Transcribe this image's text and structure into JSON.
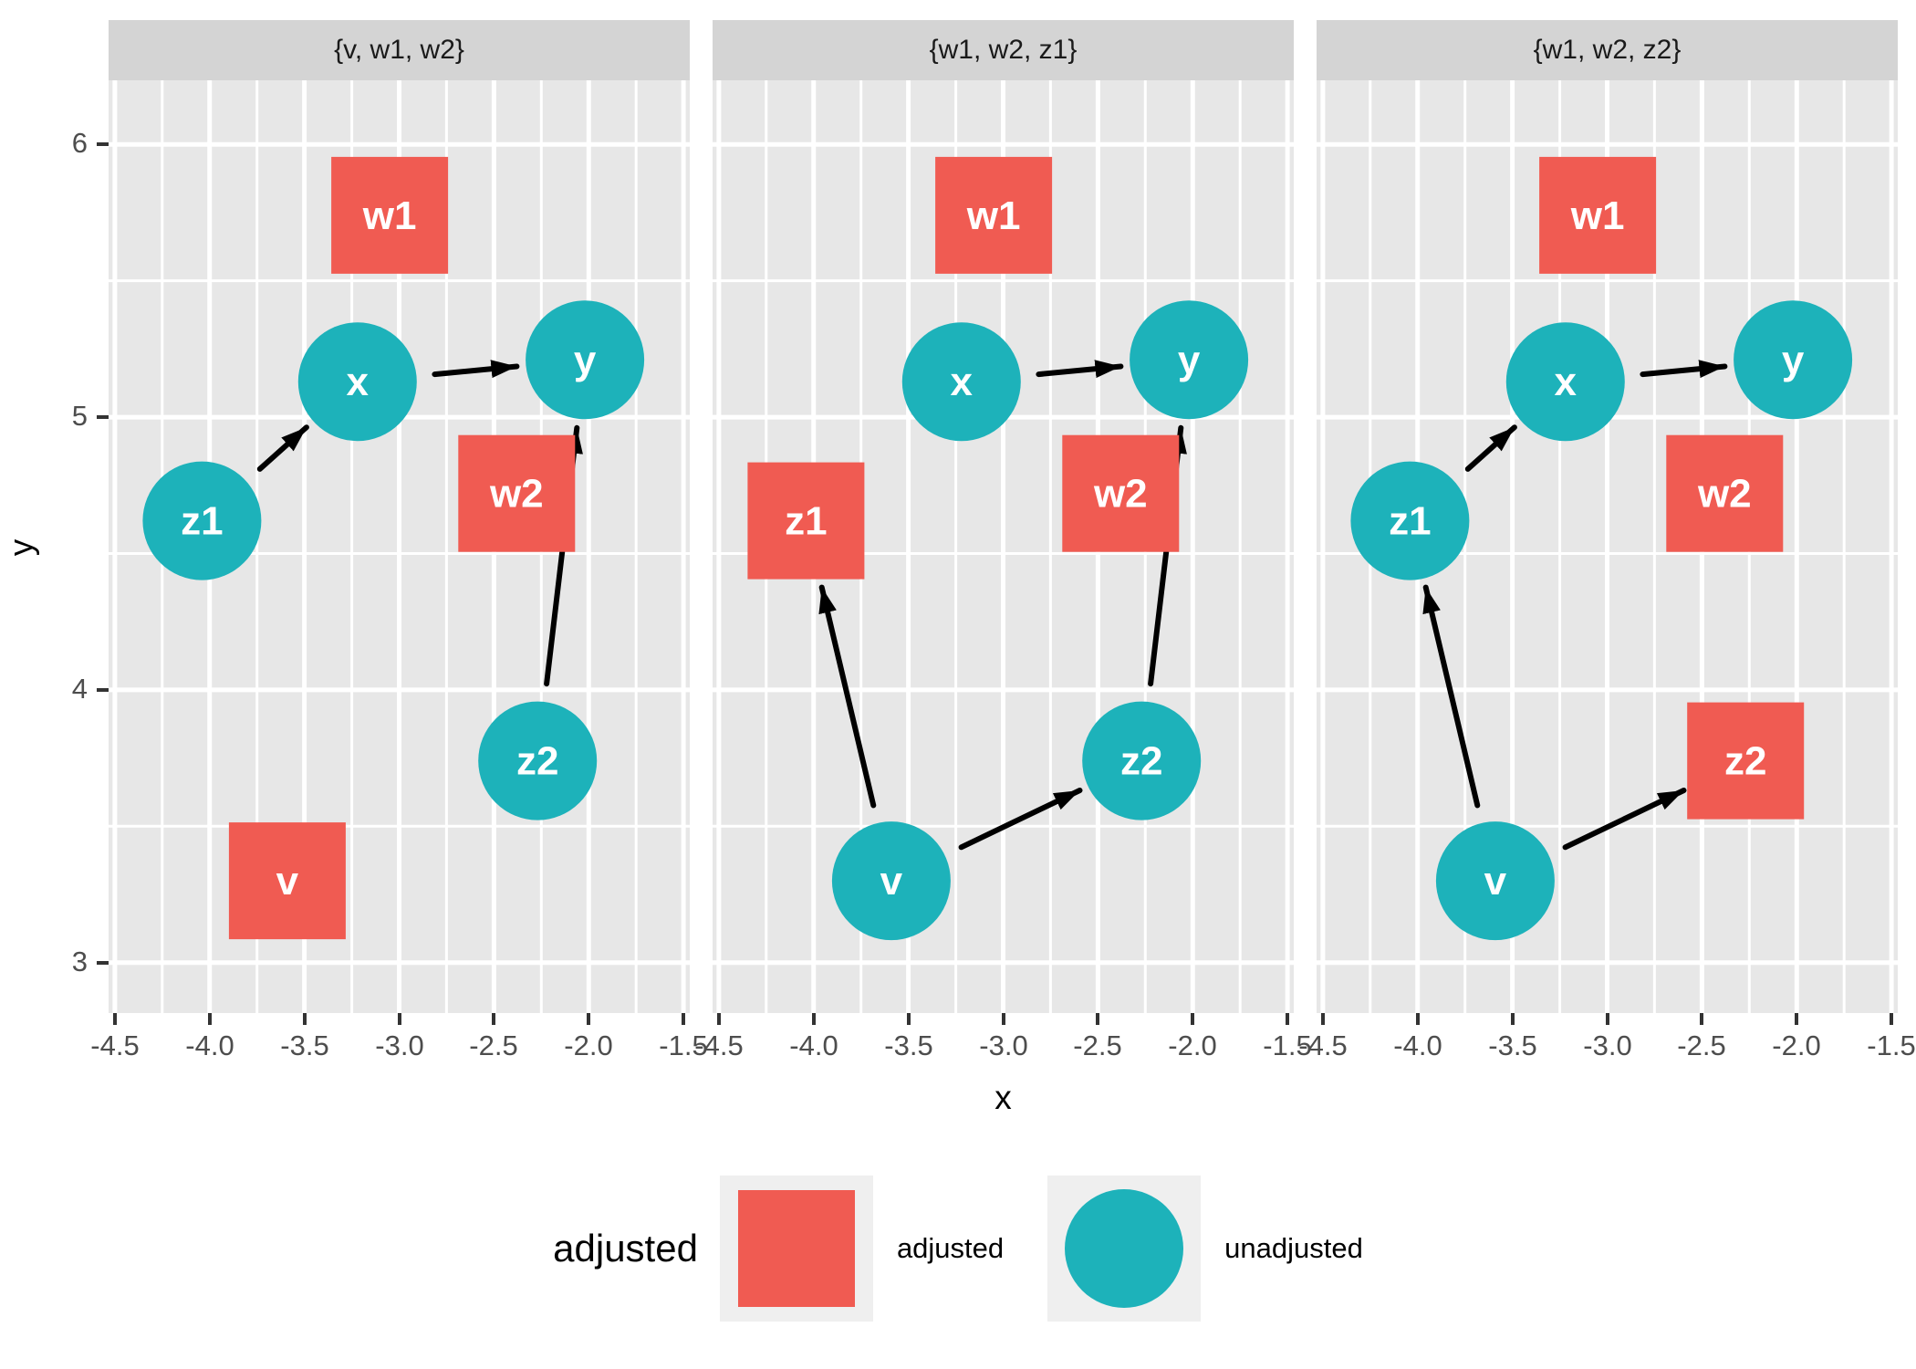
{
  "axes": {
    "x": {
      "label": "x",
      "tick_labels": [
        "-4.5",
        "-4.0",
        "-3.5",
        "-3.0",
        "-2.5",
        "-2.0",
        "-1.5"
      ],
      "tick_values": [
        -4.5,
        -4.0,
        -3.5,
        -3.0,
        -2.5,
        -2.0,
        -1.5
      ],
      "domain": [
        -4.533,
        -1.467
      ],
      "minor_step": 0.25
    },
    "y": {
      "label": "y",
      "tick_labels": [
        "6",
        "5",
        "4",
        "3"
      ],
      "tick_values": [
        6,
        5,
        4,
        3
      ],
      "domain": [
        2.815,
        6.235
      ],
      "minor_step": 0.5
    }
  },
  "chart_data": {
    "type": "scatter",
    "subtype": "faceted-dag-adjustment-sets",
    "facets": [
      {
        "label": "{v, w1, w2}",
        "adjusted": [
          "v",
          "w1",
          "w2"
        ]
      },
      {
        "label": "{w1, w2, z1}",
        "adjusted": [
          "w1",
          "w2",
          "z1"
        ]
      },
      {
        "label": "{w1, w2, z2}",
        "adjusted": [
          "w1",
          "w2",
          "z2"
        ]
      }
    ],
    "nodes": [
      {
        "id": "v",
        "label": "v",
        "x": -3.59,
        "y": 3.3
      },
      {
        "id": "w1",
        "label": "w1",
        "x": -3.05,
        "y": 5.74
      },
      {
        "id": "w2",
        "label": "w2",
        "x": -2.38,
        "y": 4.72
      },
      {
        "id": "x",
        "label": "x",
        "x": -3.22,
        "y": 5.13
      },
      {
        "id": "y",
        "label": "y",
        "x": -2.02,
        "y": 5.21
      },
      {
        "id": "z1",
        "label": "z1",
        "x": -4.04,
        "y": 4.62
      },
      {
        "id": "z2",
        "label": "z2",
        "x": -2.27,
        "y": 3.74
      }
    ],
    "edges": [
      {
        "from": "v",
        "to": "z1"
      },
      {
        "from": "v",
        "to": "z2"
      },
      {
        "from": "z1",
        "to": "x"
      },
      {
        "from": "z2",
        "to": "y"
      },
      {
        "from": "x",
        "to": "y"
      }
    ],
    "edge_rule": "edges whose source node is in the facet adjustment set are hidden",
    "shape_rule": {
      "adjusted": "square",
      "unadjusted": "circle"
    },
    "grid": "major and minor white gridlines on gray panel",
    "legend_position": "bottom"
  },
  "legend": {
    "title": "adjusted",
    "items": [
      {
        "label": "adjusted",
        "shape": "square",
        "color": "#F05B52"
      },
      {
        "label": "unadjusted",
        "shape": "circle",
        "color": "#1DB2BA"
      }
    ]
  },
  "colors": {
    "adjusted": "#F05B52",
    "unadjusted": "#1DB2BA",
    "edge": "#000000",
    "node_label": "#FFFFFF",
    "panel_bg": "#E7E7E7",
    "strip_bg": "#D4D4D4",
    "grid": "#FFFFFF",
    "axis_text": "#4D4D4D",
    "tick_mark": "#333333",
    "legend_key_bg": "#EFEFEF"
  }
}
